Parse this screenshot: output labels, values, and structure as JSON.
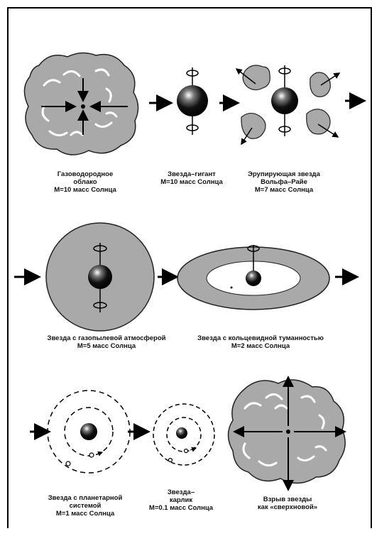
{
  "stages": [
    {
      "id": "cloud",
      "lines": [
        "Газоводородное",
        "облако",
        "М=10 масс Солнца"
      ]
    },
    {
      "id": "giant",
      "lines": [
        "Звезда–гигант",
        "М=10 масс Солнца"
      ]
    },
    {
      "id": "wolf-rayet",
      "lines": [
        "Эрупирующая звезда",
        "Вольфа–Райе",
        "М=7 масс Солнца"
      ]
    },
    {
      "id": "dust",
      "lines": [
        "Звезда с газопылевой атмосферой",
        "М=5 масс Солнца"
      ]
    },
    {
      "id": "ring",
      "lines": [
        "Звезда с кольцевидной туманностью",
        "М=2 масс Солнца"
      ]
    },
    {
      "id": "planetary",
      "lines": [
        "Звезда с планетарной",
        "системой",
        "М=1 масс Солнца"
      ]
    },
    {
      "id": "dwarf",
      "lines": [
        "Звезда–",
        "карлик",
        "М=0.1 масс Солнца"
      ]
    },
    {
      "id": "supernova",
      "lines": [
        "Взрыв звезды",
        "как «сверхновой»"
      ]
    }
  ],
  "colors": {
    "cloud_fill": "#a9a9a9",
    "ink": "#000000",
    "paper": "#ffffff"
  }
}
